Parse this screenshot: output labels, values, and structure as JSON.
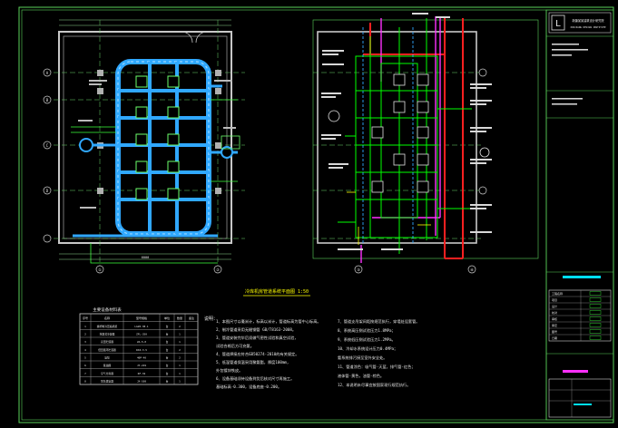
{
  "drawing": {
    "title_left": "冷库机房管道系统平面图 1:50",
    "title_right": "冷库制冷系统原理图",
    "axis_labels": [
      "①",
      "②",
      "③",
      "④",
      "A",
      "B",
      "C",
      "D"
    ],
    "dimension_text": "6000",
    "company_block": {
      "line1": "新疆某某建筑设计研究院",
      "line2": "XINJIANG DESIGN INSTITUTE",
      "logo_text": "L"
    }
  },
  "equipment_table": {
    "title": "主要设备材料表",
    "columns": [
      "序号",
      "名称",
      "型号规格",
      "单位",
      "数量",
      "备注"
    ],
    "rows": [
      [
        "1",
        "螺杆制冷压缩机组",
        "LG20-38.1",
        "台",
        "2",
        ""
      ],
      [
        "2",
        "蒸发式冷凝器",
        "ZFL-350",
        "台",
        "1",
        ""
      ],
      [
        "3",
        "高压贮液器",
        "ZA-5.0",
        "台",
        "1",
        ""
      ],
      [
        "4",
        "低压循环贮液器",
        "DXZ-3.5",
        "台",
        "2",
        ""
      ],
      [
        "5",
        "氨泵",
        "40P-40",
        "台",
        "2",
        ""
      ],
      [
        "6",
        "集油器",
        "JY-219",
        "台",
        "1",
        ""
      ],
      [
        "7",
        "空气分离器",
        "KF-32",
        "台",
        "1",
        ""
      ],
      [
        "8",
        "紧急泄氨器",
        "JX-108",
        "台",
        "1",
        ""
      ]
    ]
  },
  "notes": {
    "heading": "说明：",
    "left": [
      "1、本图尺寸以毫米计，标高以米计，管道标高为管中心标高。",
      "2、制冷管道采用无缝钢管 GB/T8163-2008。",
      "3、管道安装完毕后须做气密性试验和真空试验，",
      "   试验合格后方可充氨。",
      "4、管道焊接应符合GB50274-2010的有关规定。",
      "5、低温管道保温采用聚氨酯，厚度100mm，",
      "   外包镀锌铁皮。",
      "6、设备基础须待设备到货后核对尺寸再施工。",
      "   基础标高-0.300，设备底座-0.200。"
    ],
    "right": [
      "7、管道支吊架间距按规范执行，穿墙处设套管。",
      "8、系统高压侧试验压力1.8MPa；",
      "9、系统低压侧试验压力1.2MPa。",
      "10、冷却水系统设计压力0.4MPa；",
      "    氨系统排污接至室外安全处。",
      "11、管道涂色：吸气管-天蓝，排气管-红色；",
      "    液体管-黄色，油管-棕色。",
      "12、本说明未尽事宜按国家现行规范执行。"
    ]
  },
  "title_block": {
    "rows": [
      "工程名称",
      "项目",
      "设计",
      "校对",
      "审核",
      "审定",
      "图号",
      "日期"
    ]
  },
  "colors": {
    "background": "#000000",
    "grid": "#5ad25a",
    "wall": "#c8c8c8",
    "cold_pipe": "#30a8ff",
    "hot_pipe": "#ff2020",
    "liquid_pipe": "#00ff00",
    "oil_pipe": "#ff30ff",
    "text": "#ffffff",
    "accent": "#ffff00",
    "title_block_highlight": "#00ffff"
  }
}
